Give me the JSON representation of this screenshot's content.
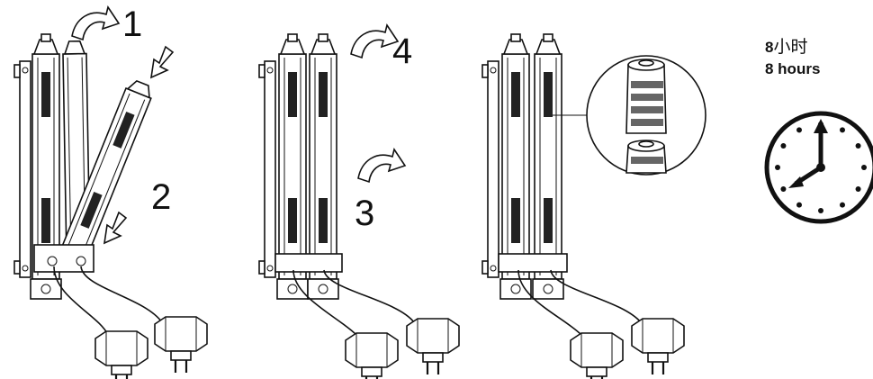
{
  "steps": {
    "one": "1",
    "two": "2",
    "three": "3",
    "four": "4"
  },
  "duration": {
    "number": "8",
    "label_cn": "小时",
    "label_en": "8 hours"
  },
  "icons": [
    "rotate-arrow-icon",
    "down-arrow-icon",
    "battery-icon",
    "clock-icon",
    "power-adapter-icon"
  ]
}
